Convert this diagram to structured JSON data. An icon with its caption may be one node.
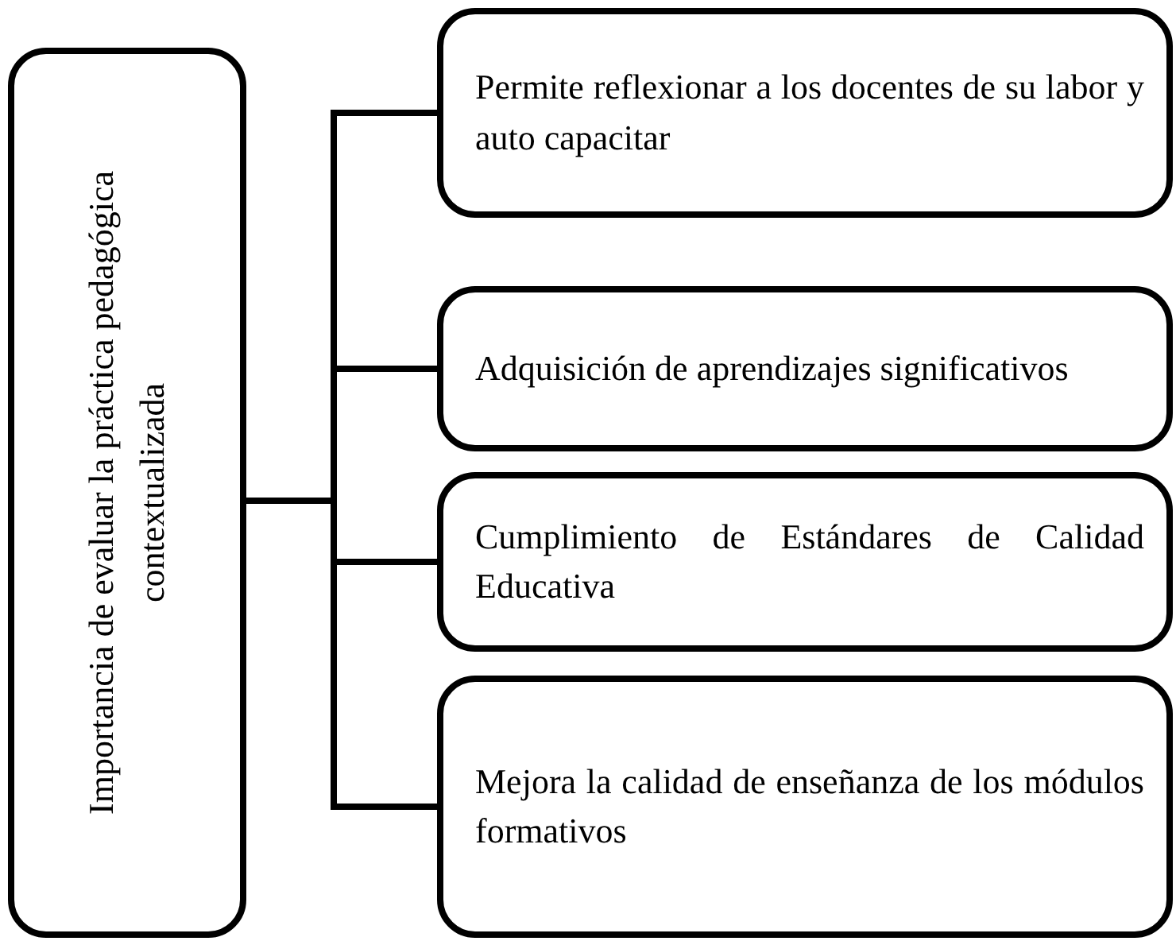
{
  "diagram": {
    "nodes": [
      {
        "text": [
          "Importancia de evaluar la práctica pedagógica contextualizada"
        ]
      },
      {
        "text": [
          "Permite reflexionar a los docentes de su labor y auto capacitar"
        ]
      },
      {
        "text": [
          "Adquisición de aprendizajes significativos"
        ]
      },
      {
        "text": [
          "Cumplimiento de Estándares de Calidad Educativa"
        ]
      },
      {
        "text": [
          "Mejora la calidad de enseñanza de los módulos formativos"
        ]
      }
    ],
    "edges": [
      {
        "from": 0,
        "to": 1,
        "arrow": "none"
      },
      {
        "from": 0,
        "to": 2,
        "arrow": "none"
      },
      {
        "from": 0,
        "to": 3,
        "arrow": "none"
      },
      {
        "from": 0,
        "to": 4,
        "arrow": "none"
      }
    ]
  }
}
